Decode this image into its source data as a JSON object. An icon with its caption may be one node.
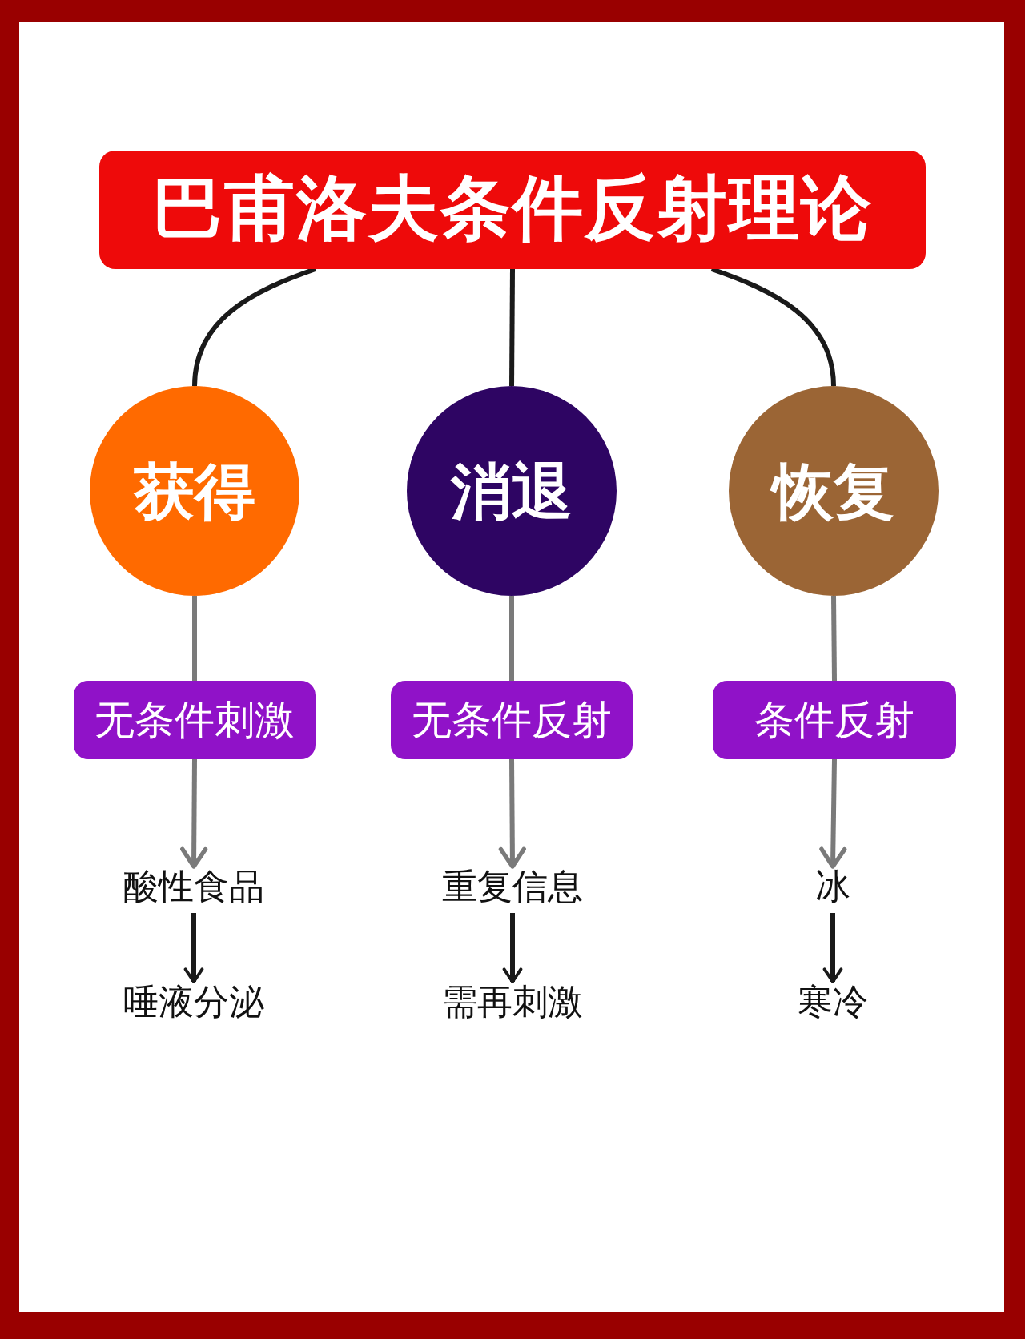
{
  "diagram": {
    "nodes": [
      {
        "text": [
          "巴甫洛夫条件反射理论"
        ]
      },
      {
        "text": [
          "获得"
        ]
      },
      {
        "text": [
          "消退"
        ]
      },
      {
        "text": [
          "恢复"
        ]
      },
      {
        "text": [
          "无条件刺激"
        ]
      },
      {
        "text": [
          "无条件反射"
        ]
      },
      {
        "text": [
          "条件反射"
        ]
      },
      {
        "text": [
          "酸性食品"
        ]
      },
      {
        "text": [
          "重复信息"
        ]
      },
      {
        "text": [
          "冰"
        ]
      },
      {
        "text": [
          "唾液分泌"
        ]
      },
      {
        "text": [
          "需再刺激"
        ]
      },
      {
        "text": [
          "寒冷"
        ]
      }
    ],
    "edges": [
      {
        "from": 0,
        "to": 1,
        "arrow": "none"
      },
      {
        "from": 0,
        "to": 2,
        "arrow": "none"
      },
      {
        "from": 0,
        "to": 3,
        "arrow": "none"
      },
      {
        "from": 1,
        "to": 4,
        "arrow": "none",
        "color": "#7a7a7a"
      },
      {
        "from": 2,
        "to": 5,
        "arrow": "none",
        "color": "#7a7a7a"
      },
      {
        "from": 3,
        "to": 6,
        "arrow": "none",
        "color": "#7a7a7a"
      },
      {
        "from": 4,
        "to": 7,
        "arrow": "to",
        "color": "#7a7a7a"
      },
      {
        "from": 5,
        "to": 8,
        "arrow": "to",
        "color": "#7a7a7a"
      },
      {
        "from": 6,
        "to": 9,
        "arrow": "to",
        "color": "#7a7a7a"
      },
      {
        "from": 7,
        "to": 10,
        "arrow": "to"
      },
      {
        "from": 8,
        "to": 11,
        "arrow": "to"
      },
      {
        "from": 9,
        "to": 12,
        "arrow": "to"
      }
    ]
  }
}
